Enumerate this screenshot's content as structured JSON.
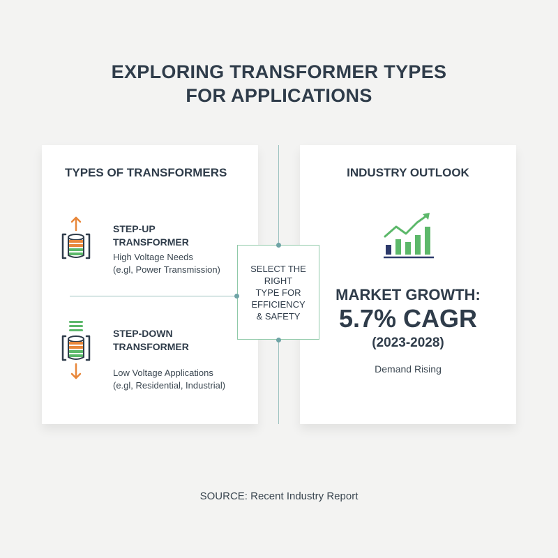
{
  "title": {
    "line1": "EXPLORING TRANSFORMER TYPES",
    "line2": "FOR APPLICATIONS"
  },
  "types_panel": {
    "heading": "TYPES OF TRANSFORMERS",
    "items": [
      {
        "name_line1": "STEP-UP",
        "name_line2": "TRANSFORMER",
        "desc_line1": "High Voltage Needs",
        "desc_line2": "(e.gl, Power Transmission)",
        "icon": "step-up-transformer-icon"
      },
      {
        "name_line1": "STEP-DOWN",
        "name_line2": "TRANSFORMER",
        "desc_line1": "Low Voltage Applications",
        "desc_line2": "(e.gl, Residential, Industrial)",
        "icon": "step-down-transformer-icon"
      }
    ]
  },
  "center": {
    "line1": "SELECT THE",
    "line2": "RIGHT",
    "line3": "TYPE FOR",
    "line4": "EFFICIENCY",
    "line5": "& SAFETY"
  },
  "outlook_panel": {
    "heading": "INDUSTRY OUTLOOK",
    "icon": "growth-chart-icon",
    "market_label": "MARKET GROWTH:",
    "market_value": "5.7% CAGR",
    "market_range": "(2023-2028)",
    "note": "Demand Rising"
  },
  "source": "SOURCE: Recent Industry Report",
  "colors": {
    "background": "#f3f3f2",
    "text_dark": "#2f3c4a",
    "accent_orange": "#e8873a",
    "accent_green": "#5cb86a",
    "accent_navy": "#2d3a6b",
    "connector": "#9cc2c0"
  }
}
